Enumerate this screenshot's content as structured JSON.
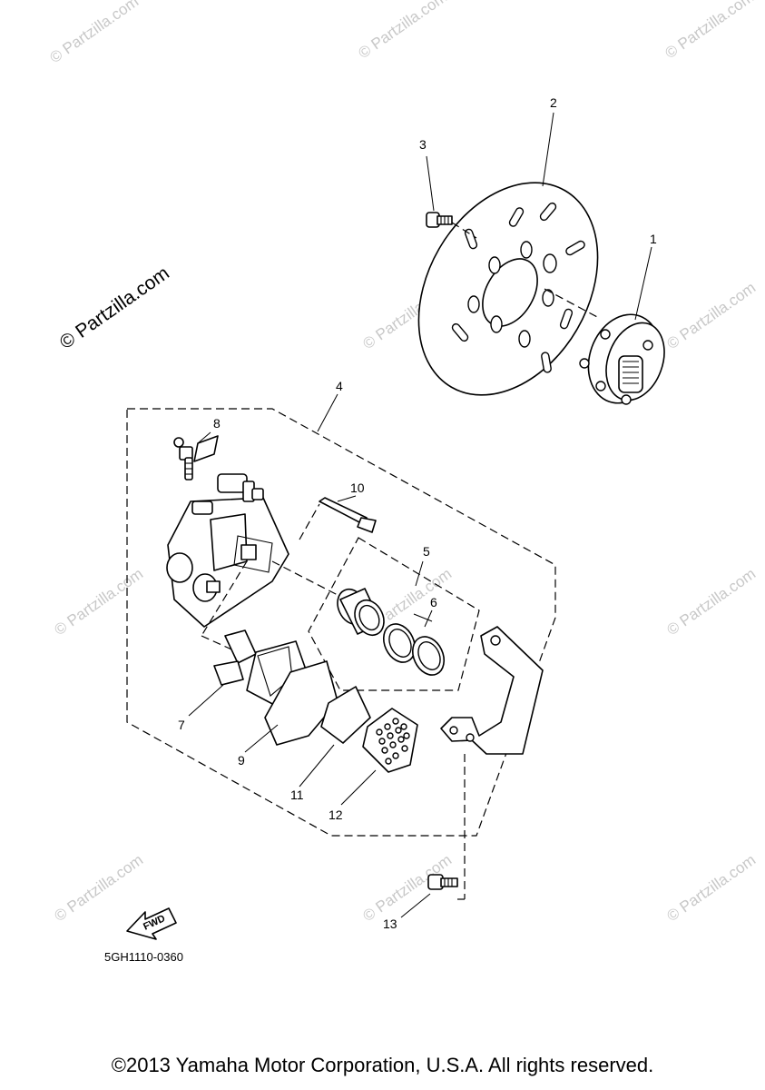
{
  "watermark": {
    "main": "© Partzilla.com",
    "repeat": "© Partzilla.com"
  },
  "callouts": {
    "c1": "1",
    "c2": "2",
    "c3": "3",
    "c4": "4",
    "c5": "5",
    "c6": "6",
    "c7": "7",
    "c8": "8",
    "c9": "9",
    "c10": "10",
    "c11": "11",
    "c12": "12",
    "c13": "13"
  },
  "fwd_label": "FWD",
  "diagram_code": "5GH1110-0360",
  "copyright": "©2013 Yamaha Motor Corporation, U.S.A. All rights reserved."
}
